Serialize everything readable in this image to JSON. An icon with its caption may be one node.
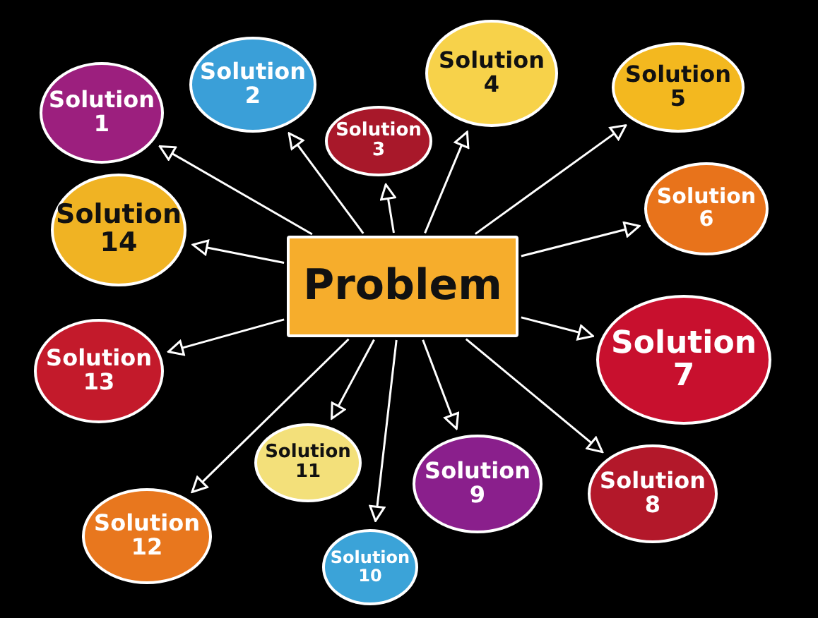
{
  "diagram": {
    "nodes": [
      {
        "text": [
          "Problem"
        ]
      },
      {
        "text": [
          "Solution 1"
        ]
      },
      {
        "text": [
          "Solution 2"
        ]
      },
      {
        "text": [
          "Solution 3"
        ]
      },
      {
        "text": [
          "Solution 4"
        ]
      },
      {
        "text": [
          "Solution 5"
        ]
      },
      {
        "text": [
          "Solution 6"
        ]
      },
      {
        "text": [
          "Solution 7"
        ]
      },
      {
        "text": [
          "Solution 8"
        ]
      },
      {
        "text": [
          "Solution 9"
        ]
      },
      {
        "text": [
          "Solution 10"
        ]
      },
      {
        "text": [
          "Solution 11"
        ]
      },
      {
        "text": [
          "Solution 12"
        ]
      },
      {
        "text": [
          "Solution 13"
        ]
      },
      {
        "text": [
          "Solution 14"
        ]
      }
    ],
    "edges": [
      {
        "from": 0,
        "to": 1,
        "arrow": "to"
      },
      {
        "from": 0,
        "to": 2,
        "arrow": "to"
      },
      {
        "from": 0,
        "to": 3,
        "arrow": "to"
      },
      {
        "from": 0,
        "to": 4,
        "arrow": "to"
      },
      {
        "from": 0,
        "to": 5,
        "arrow": "to"
      },
      {
        "from": 0,
        "to": 6,
        "arrow": "to"
      },
      {
        "from": 0,
        "to": 7,
        "arrow": "to"
      },
      {
        "from": 0,
        "to": 8,
        "arrow": "to"
      },
      {
        "from": 0,
        "to": 9,
        "arrow": "to"
      },
      {
        "from": 0,
        "to": 10,
        "arrow": "to"
      },
      {
        "from": 0,
        "to": 11,
        "arrow": "to"
      },
      {
        "from": 0,
        "to": 12,
        "arrow": "to"
      },
      {
        "from": 0,
        "to": 13,
        "arrow": "to"
      },
      {
        "from": 0,
        "to": 14,
        "arrow": "to"
      }
    ]
  }
}
